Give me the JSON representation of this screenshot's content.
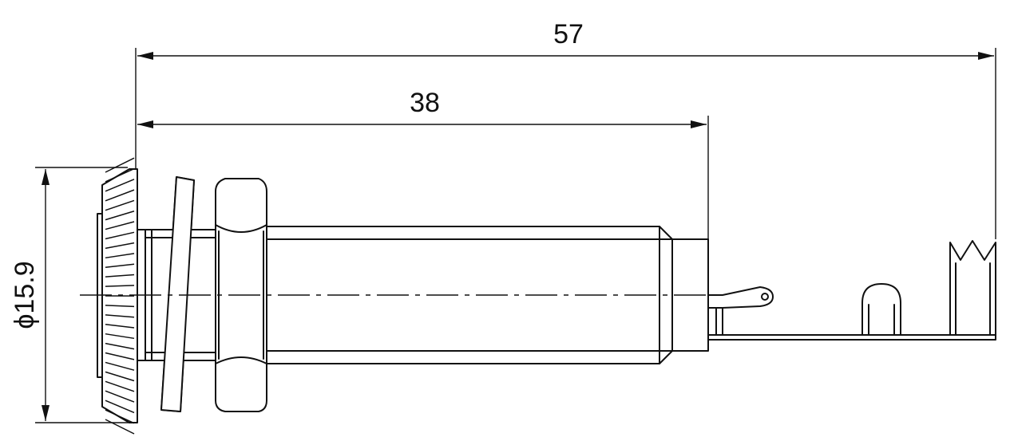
{
  "dimensions": {
    "overall_length": "57",
    "body_length": "38",
    "flange_diameter": "ϕ15.9"
  },
  "colors": {
    "line": "#111111",
    "background": "#ffffff"
  }
}
